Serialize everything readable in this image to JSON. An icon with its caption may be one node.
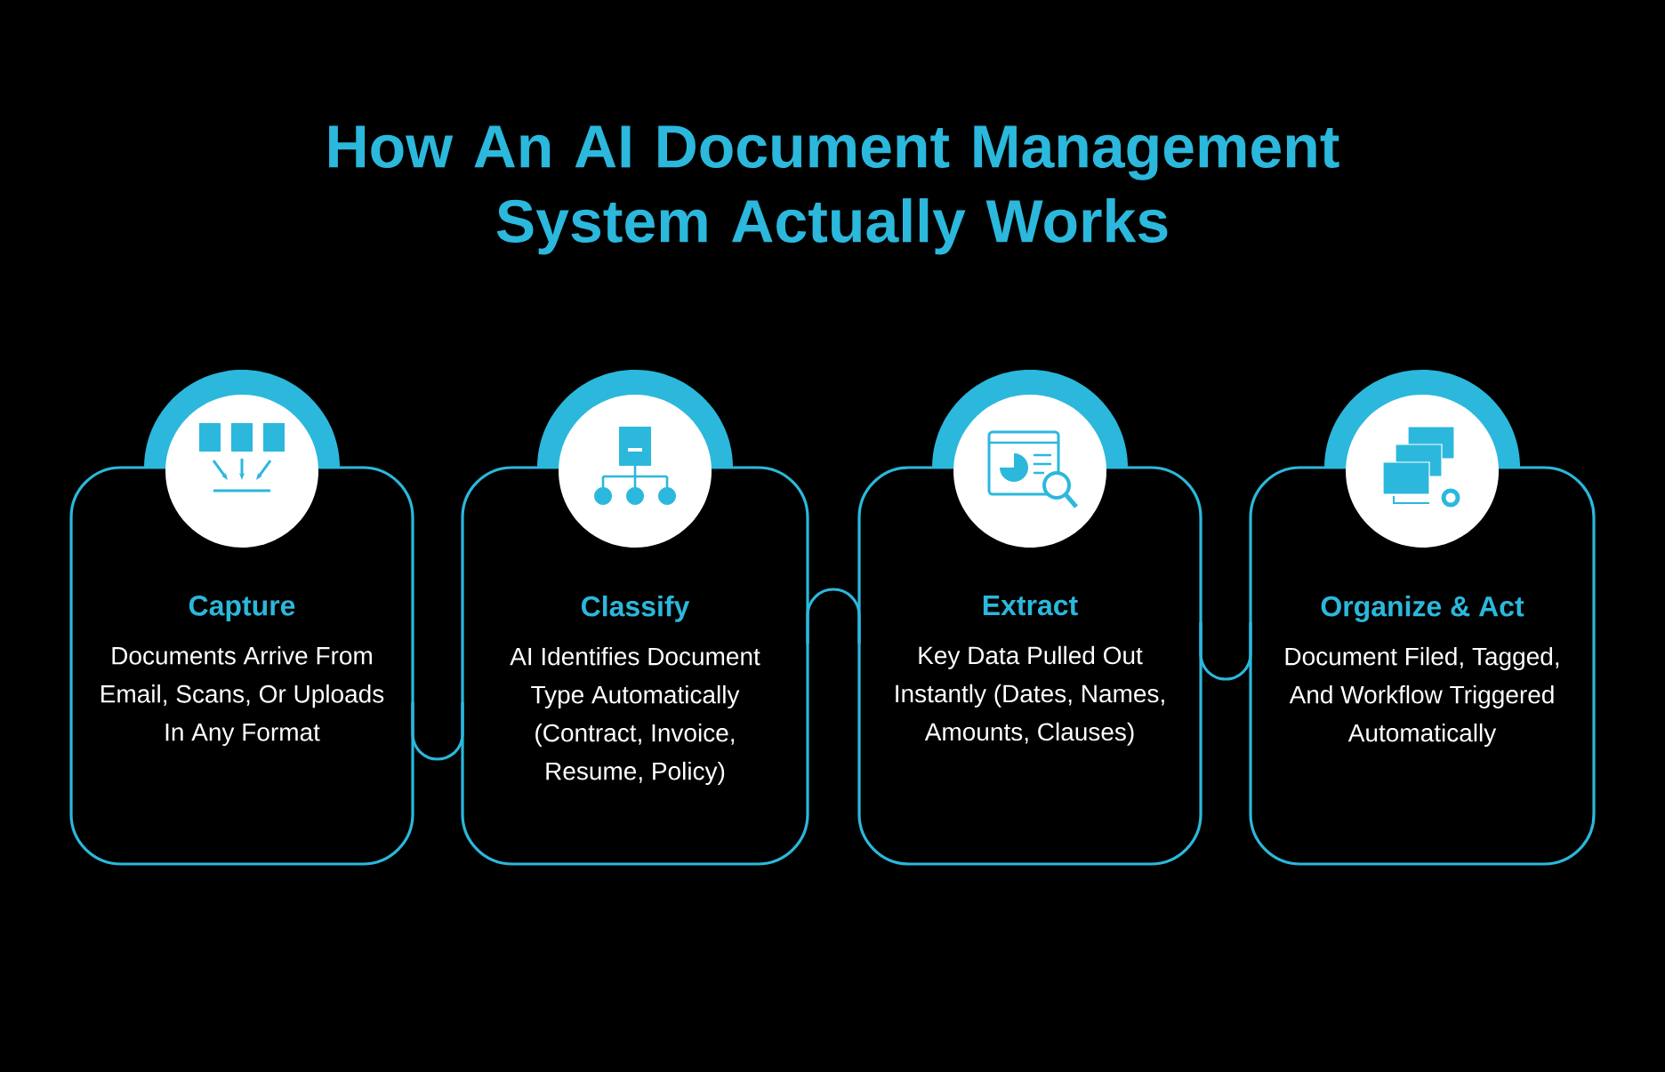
{
  "diagram": {
    "title": "How An AI Document Management System Actually Works",
    "nodes": [
      {
        "text": [
          "Capture",
          "Documents Arrive From Email, Scans, Or Uploads In Any Format"
        ]
      },
      {
        "text": [
          "Classify",
          "AI Identifies Document Type Automatically (Contract, Invoice, Resume, Policy)"
        ]
      },
      {
        "text": [
          "Extract",
          "Key Data Pulled Out Instantly (Dates, Names, Amounts, Clauses)"
        ]
      },
      {
        "text": [
          "Organize & Act",
          "Document Filed, Tagged, And Workflow Triggered Automatically"
        ]
      }
    ],
    "edges": [
      {
        "from": 0,
        "to": 1,
        "arrow": "none"
      },
      {
        "from": 1,
        "to": 2,
        "arrow": "none"
      },
      {
        "from": 2,
        "to": 3,
        "arrow": "none"
      }
    ]
  }
}
